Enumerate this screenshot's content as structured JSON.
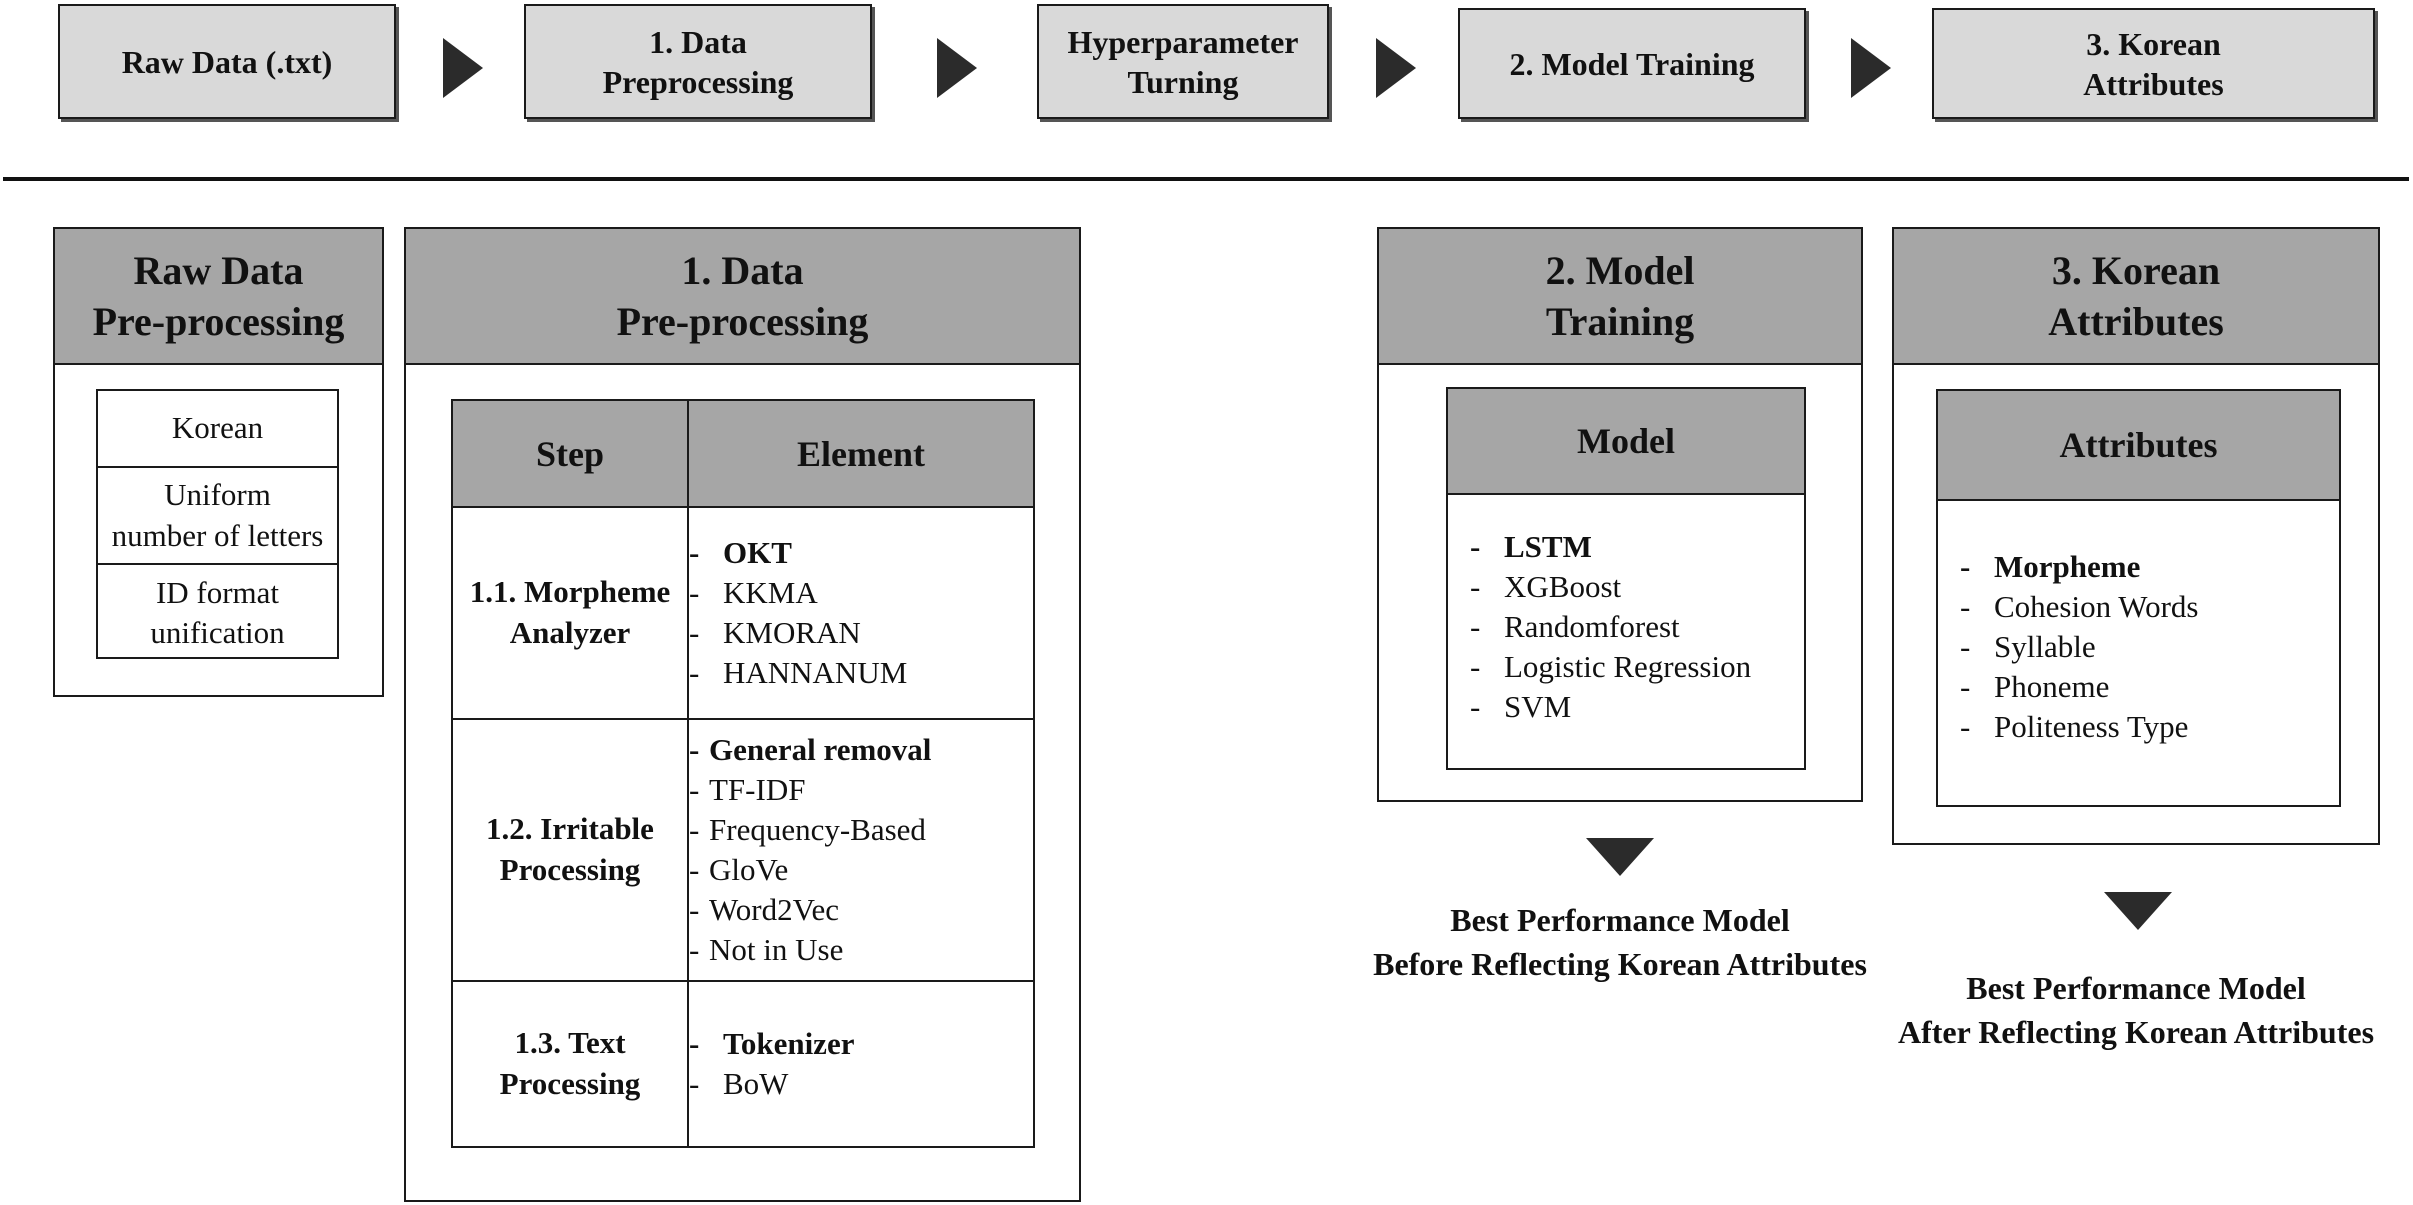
{
  "flow": [
    "Raw Data (.txt)",
    "1. Data\nPreprocessing",
    "Hyperparameter\nTurning",
    "2. Model Training",
    "3. Korean\nAttributes"
  ],
  "raw_panel": {
    "title": "Raw Data\nPre-processing",
    "items": [
      "Korean",
      "Uniform\nnumber of letters",
      "ID format\nunification"
    ]
  },
  "prep_panel": {
    "title": "1. Data\nPre-processing",
    "col_step": "Step",
    "col_element": "Element",
    "rows": [
      {
        "step": "1.1. Morpheme\nAnalyzer",
        "elements": [
          {
            "text": "OKT",
            "bold": true
          },
          {
            "text": "KKMA",
            "bold": false
          },
          {
            "text": "KMORAN",
            "bold": false
          },
          {
            "text": "HANNANUM",
            "bold": false
          }
        ]
      },
      {
        "step": "1.2. Irritable\nProcessing",
        "elements": [
          {
            "text": "General removal",
            "bold": true
          },
          {
            "text": "TF-IDF",
            "bold": false
          },
          {
            "text": "Frequency-Based",
            "bold": false
          },
          {
            "text": "GloVe",
            "bold": false
          },
          {
            "text": "Word2Vec",
            "bold": false
          },
          {
            "text": "Not in Use",
            "bold": false
          }
        ]
      },
      {
        "step": "1.3. Text\nProcessing",
        "elements": [
          {
            "text": "Tokenizer",
            "bold": true
          },
          {
            "text": "BoW",
            "bold": false
          }
        ]
      }
    ]
  },
  "model_panel": {
    "title": "2. Model\nTraining",
    "sub_title": "Model",
    "items": [
      {
        "text": "LSTM",
        "bold": true
      },
      {
        "text": "XGBoost",
        "bold": false
      },
      {
        "text": "Randomforest",
        "bold": false
      },
      {
        "text": "Logistic Regression",
        "bold": false
      },
      {
        "text": "SVM",
        "bold": false
      }
    ],
    "result": "Best Performance Model\nBefore Reflecting Korean Attributes"
  },
  "attr_panel": {
    "title": "3. Korean\nAttributes",
    "sub_title": "Attributes",
    "items": [
      {
        "text": "Morpheme",
        "bold": true
      },
      {
        "text": "Cohesion Words",
        "bold": false
      },
      {
        "text": "Syllable",
        "bold": false
      },
      {
        "text": "Phoneme",
        "bold": false
      },
      {
        "text": "Politeness Type",
        "bold": false
      }
    ],
    "result": "Best Performance Model\nAfter Reflecting Korean Attributes"
  }
}
